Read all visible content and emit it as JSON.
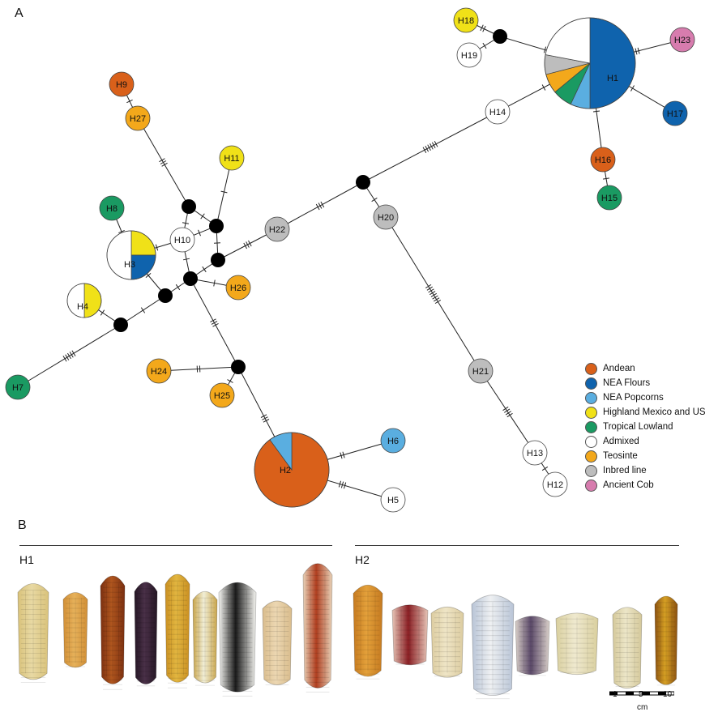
{
  "panels": {
    "a": "A",
    "b": "B"
  },
  "colors": {
    "Andean": "#d9601a",
    "NEA Flours": "#0f63ad",
    "NEA Popcorns": "#5aaee0",
    "Highland Mexico and US": "#f0e118",
    "Tropical Lowland": "#1a9a62",
    "Admixed": "#ffffff",
    "Teosinte": "#f3a81b",
    "Inbred line": "#bdbdbd",
    "Ancient Cob": "#d77cae"
  },
  "legend": [
    {
      "label": "Andean",
      "key": "Andean"
    },
    {
      "label": "NEA Flours",
      "key": "NEA Flours"
    },
    {
      "label": "NEA Popcorns",
      "key": "NEA Popcorns"
    },
    {
      "label": "Highland Mexico and US",
      "key": "Highland Mexico and US"
    },
    {
      "label": "Tropical Lowland",
      "key": "Tropical Lowland"
    },
    {
      "label": "Admixed",
      "key": "Admixed"
    },
    {
      "label": "Teosinte",
      "key": "Teosinte"
    },
    {
      "label": "Inbred line",
      "key": "Inbred line"
    },
    {
      "label": "Ancient Cob",
      "key": "Ancient Cob"
    }
  ],
  "haplotypes": [
    {
      "id": "H1",
      "label": "H1",
      "composition": [
        {
          "group": "NEA Flours",
          "fraction": 0.5
        },
        {
          "group": "NEA Popcorns",
          "fraction": 0.07
        },
        {
          "group": "Tropical Lowland",
          "fraction": 0.07
        },
        {
          "group": "Teosinte",
          "fraction": 0.07
        },
        {
          "group": "Inbred line",
          "fraction": 0.07
        },
        {
          "group": "Admixed",
          "fraction": 0.22
        }
      ]
    },
    {
      "id": "H2",
      "label": "H2",
      "composition": [
        {
          "group": "Andean",
          "fraction": 0.9
        },
        {
          "group": "NEA Popcorns",
          "fraction": 0.1
        }
      ]
    },
    {
      "id": "H3",
      "label": "H3",
      "composition": [
        {
          "group": "Highland Mexico and US",
          "fraction": 0.25
        },
        {
          "group": "NEA Flours",
          "fraction": 0.25
        },
        {
          "group": "Admixed",
          "fraction": 0.5
        }
      ]
    },
    {
      "id": "H4",
      "label": "H4",
      "composition": [
        {
          "group": "Highland Mexico and US",
          "fraction": 0.5
        },
        {
          "group": "Admixed",
          "fraction": 0.5
        }
      ]
    },
    {
      "id": "H5",
      "label": "H5",
      "group": "Admixed"
    },
    {
      "id": "H6",
      "label": "H6",
      "group": "NEA Popcorns"
    },
    {
      "id": "H7",
      "label": "H7",
      "group": "Tropical Lowland"
    },
    {
      "id": "H8",
      "label": "H8",
      "group": "Tropical Lowland"
    },
    {
      "id": "H9",
      "label": "H9",
      "group": "Andean"
    },
    {
      "id": "H10",
      "label": "H10",
      "group": "Admixed"
    },
    {
      "id": "H11",
      "label": "H11",
      "group": "Highland Mexico and US"
    },
    {
      "id": "H12",
      "label": "H12",
      "group": "Admixed"
    },
    {
      "id": "H13",
      "label": "H13",
      "group": "Admixed"
    },
    {
      "id": "H14",
      "label": "H14",
      "group": "Admixed"
    },
    {
      "id": "H15",
      "label": "H15",
      "group": "Tropical Lowland"
    },
    {
      "id": "H16",
      "label": "H16",
      "group": "Andean"
    },
    {
      "id": "H17",
      "label": "H17",
      "group": "NEA Flours"
    },
    {
      "id": "H18",
      "label": "H18",
      "group": "Highland Mexico and US"
    },
    {
      "id": "H19",
      "label": "H19",
      "group": "Admixed"
    },
    {
      "id": "H20",
      "label": "H20",
      "group": "Inbred line"
    },
    {
      "id": "H21",
      "label": "H21",
      "group": "Inbred line"
    },
    {
      "id": "H22",
      "label": "H22",
      "group": "Inbred line"
    },
    {
      "id": "H23",
      "label": "H23",
      "group": "Ancient Cob"
    },
    {
      "id": "H24",
      "label": "H24",
      "group": "Teosinte"
    },
    {
      "id": "H25",
      "label": "H25",
      "group": "Teosinte"
    },
    {
      "id": "H26",
      "label": "H26",
      "group": "Teosinte"
    },
    {
      "id": "H27",
      "label": "H27",
      "group": "Teosinte"
    }
  ],
  "median_vectors": [
    "m1",
    "m2",
    "m3",
    "m4",
    "m5",
    "m6",
    "m7",
    "m8",
    "m9",
    "m10"
  ],
  "edges": [
    {
      "from": "H1",
      "to": "H14",
      "mutations": 1
    },
    {
      "from": "H14",
      "to": "m10",
      "mutations": 6
    },
    {
      "from": "m10",
      "to": "H20",
      "mutations": 1
    },
    {
      "from": "H20",
      "to": "H21",
      "mutations": 8
    },
    {
      "from": "H21",
      "to": "H13",
      "mutations": 4
    },
    {
      "from": "H13",
      "to": "H12",
      "mutations": 1
    },
    {
      "from": "m10",
      "to": "H22",
      "mutations": 3
    },
    {
      "from": "H22",
      "to": "m5",
      "mutations": 3
    },
    {
      "from": "H1",
      "to": "H23",
      "mutations": 3
    },
    {
      "from": "H1",
      "to": "H17",
      "mutations": 1
    },
    {
      "from": "H1",
      "to": "H16",
      "mutations": 1
    },
    {
      "from": "H16",
      "to": "H15",
      "mutations": 1
    },
    {
      "from": "H1",
      "to": "m1",
      "mutations": 1
    },
    {
      "from": "m1",
      "to": "H18",
      "mutations": 2
    },
    {
      "from": "m1",
      "to": "H19",
      "mutations": 1
    },
    {
      "from": "m5",
      "to": "m4",
      "mutations": 1
    },
    {
      "from": "m4",
      "to": "H11",
      "mutations": 1
    },
    {
      "from": "m4",
      "to": "m3",
      "mutations": 1
    },
    {
      "from": "m3",
      "to": "H27",
      "mutations": 3
    },
    {
      "from": "H27",
      "to": "H9",
      "mutations": 1
    },
    {
      "from": "m3",
      "to": "H10",
      "mutations": 1
    },
    {
      "from": "H10",
      "to": "H3",
      "mutations": 1
    },
    {
      "from": "H10",
      "to": "m4",
      "mutations": 1
    },
    {
      "from": "m5",
      "to": "m6",
      "mutations": 1
    },
    {
      "from": "m6",
      "to": "H26",
      "mutations": 1
    },
    {
      "from": "m6",
      "to": "m7",
      "mutations": 1
    },
    {
      "from": "m7",
      "to": "H3",
      "mutations": 1
    },
    {
      "from": "H3",
      "to": "H8",
      "mutations": 1
    },
    {
      "from": "m7",
      "to": "m8",
      "mutations": 1
    },
    {
      "from": "m8",
      "to": "H4",
      "mutations": 1
    },
    {
      "from": "m8",
      "to": "H7",
      "mutations": 5
    },
    {
      "from": "m6",
      "to": "H10",
      "mutations": 1
    },
    {
      "from": "m6",
      "to": "m9",
      "mutations": 3
    },
    {
      "from": "m9",
      "to": "H24",
      "mutations": 2
    },
    {
      "from": "m9",
      "to": "H25",
      "mutations": 1
    },
    {
      "from": "m9",
      "to": "H2",
      "mutations": 3
    },
    {
      "from": "H2",
      "to": "H6",
      "mutations": 2
    },
    {
      "from": "H2",
      "to": "H5",
      "mutations": 3
    }
  ],
  "groups_b": {
    "h1_label": "H1",
    "h2_label": "H2"
  },
  "cobs_h1": [
    {
      "name": "cob",
      "palette": [
        "#e8d9a4",
        "#d9c27a"
      ]
    },
    {
      "name": "cob",
      "palette": [
        "#e6b15a",
        "#d18f36"
      ]
    },
    {
      "name": "cob",
      "palette": [
        "#b0561e",
        "#7a2f10"
      ]
    },
    {
      "name": "cob",
      "palette": [
        "#4a3048",
        "#241624"
      ]
    },
    {
      "name": "cob",
      "palette": [
        "#e2b640",
        "#c98f22"
      ]
    },
    {
      "name": "cob",
      "palette": [
        "#f1eed6",
        "#c8a44a"
      ]
    },
    {
      "name": "cob",
      "palette": [
        "#1a1a1a",
        "#f4f4f0"
      ]
    },
    {
      "name": "cob",
      "palette": [
        "#ecd7b2",
        "#d9bc8c"
      ]
    },
    {
      "name": "cob",
      "palette": [
        "#b03f20",
        "#e8d2b8"
      ]
    }
  ],
  "cobs_h2": [
    {
      "name": "cob",
      "palette": [
        "#e3a03a",
        "#c57a20"
      ]
    },
    {
      "name": "cob",
      "palette": [
        "#8a1f24",
        "#e6c4b6"
      ]
    },
    {
      "name": "cob",
      "palette": [
        "#efe5c6",
        "#dccca0"
      ]
    },
    {
      "name": "cob",
      "palette": [
        "#eef0f2",
        "#b8c4d6"
      ]
    },
    {
      "name": "cob",
      "palette": [
        "#5a4868",
        "#d8cfc8"
      ]
    },
    {
      "name": "cob",
      "palette": [
        "#efe9cf",
        "#d9cf9e"
      ]
    },
    {
      "name": "cob",
      "palette": [
        "#ece6c8",
        "#d4c89a"
      ]
    },
    {
      "name": "cob",
      "palette": [
        "#d6a024",
        "#8a5010"
      ]
    }
  ],
  "scale": {
    "ticks": [
      "1",
      "5",
      "10"
    ],
    "unit": "cm"
  }
}
